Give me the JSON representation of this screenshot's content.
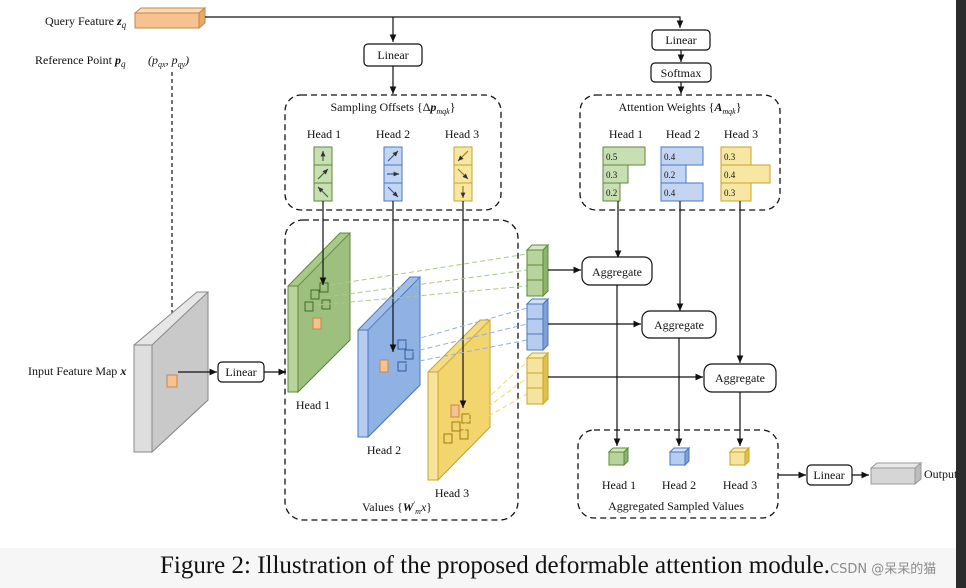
{
  "query_feature": {
    "label": "Query Feature",
    "symbol": "z",
    "subscript": "q"
  },
  "reference_point": {
    "label": "Reference Point",
    "symbol": "p",
    "subscript": "q",
    "coords": "(p",
    "qx": "qx",
    "qy": "qy"
  },
  "input_feature_map": {
    "label": "Input Feature Map",
    "symbol": "x"
  },
  "linear_label": "Linear",
  "softmax_label": "Softmax",
  "sampling_offsets": {
    "label": "Sampling Offsets {Δ",
    "symbol": "p",
    "subscript": "mqk",
    "close": "}"
  },
  "attention_weights": {
    "label": "Attention Weights {",
    "symbol": "A",
    "subscript": "mqk",
    "close": "}"
  },
  "heads": [
    "Head 1",
    "Head 2",
    "Head 3"
  ],
  "weights": {
    "head1": [
      "0.5",
      "0.3",
      "0.2"
    ],
    "head2": [
      "0.4",
      "0.2",
      "0.4"
    ],
    "head3": [
      "0.3",
      "0.4",
      "0.3"
    ]
  },
  "values": {
    "label": "Values {",
    "symbol": "W",
    "prime": "′",
    "subscript": "m",
    "x": "x",
    "close": "}"
  },
  "aggregate_label": "Aggregate",
  "aggregated_sampled_values": "Aggregated Sampled Values",
  "output_label": "Output",
  "caption": "Figure 2: Illustration of the proposed deformable attention module.",
  "watermark": "CSDN @呆呆的猫",
  "colors": {
    "green": "#9dc07e",
    "green_stroke": "#5e8a3a",
    "blue": "#8fb0e3",
    "blue_stroke": "#4a78c2",
    "yellow": "#f2d66b",
    "yellow_stroke": "#c9a42a",
    "orange": "#f6c28f",
    "gray": "#d6d6d6"
  }
}
